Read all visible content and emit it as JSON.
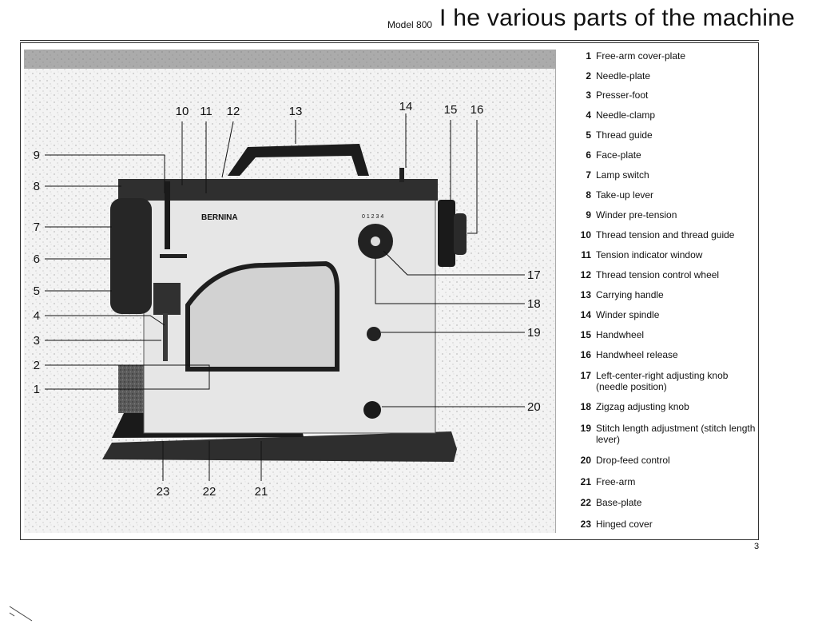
{
  "header": {
    "model": "Model 800",
    "title": "I he various parts of the machine"
  },
  "figure": {
    "brand": "BERNINA",
    "dial_numbers": "0 1 2 3 4",
    "callouts": [
      "1",
      "2",
      "3",
      "4",
      "5",
      "6",
      "7",
      "8",
      "9",
      "10",
      "11",
      "12",
      "13",
      "14",
      "15",
      "16",
      "17",
      "18",
      "19",
      "20",
      "21",
      "22",
      "23"
    ]
  },
  "parts": [
    {
      "num": "1",
      "label": "Free-arm cover-plate"
    },
    {
      "num": "2",
      "label": "Needle-plate"
    },
    {
      "num": "3",
      "label": "Presser-foot"
    },
    {
      "num": "4",
      "label": "Needle-clamp"
    },
    {
      "num": "5",
      "label": "Thread guide"
    },
    {
      "num": "6",
      "label": "Face-plate"
    },
    {
      "num": "7",
      "label": "Lamp switch"
    },
    {
      "num": "8",
      "label": "Take-up lever"
    },
    {
      "num": "9",
      "label": "Winder pre-tension"
    },
    {
      "num": "10",
      "label": "Thread tension and thread guide"
    },
    {
      "num": "11",
      "label": "Tension indicator window"
    },
    {
      "num": "12",
      "label": "Thread tension control wheel"
    },
    {
      "num": "13",
      "label": "Carrying handle"
    },
    {
      "num": "14",
      "label": "Winder spindle"
    },
    {
      "num": "15",
      "label": "Handwheel"
    },
    {
      "num": "16",
      "label": "Handwheel release"
    },
    {
      "num": "17",
      "label": "Left-center-right adjusting knob (needle position)"
    },
    {
      "num": "18",
      "label": "Zigzag adjusting knob"
    },
    {
      "num": "19",
      "label": "Stitch length adjustment (stitch length lever)"
    },
    {
      "num": "20",
      "label": "Drop-feed control"
    },
    {
      "num": "21",
      "label": "Free-arm"
    },
    {
      "num": "22",
      "label": "Base-plate"
    },
    {
      "num": "23",
      "label": "Hinged cover"
    }
  ],
  "page_number": "3"
}
